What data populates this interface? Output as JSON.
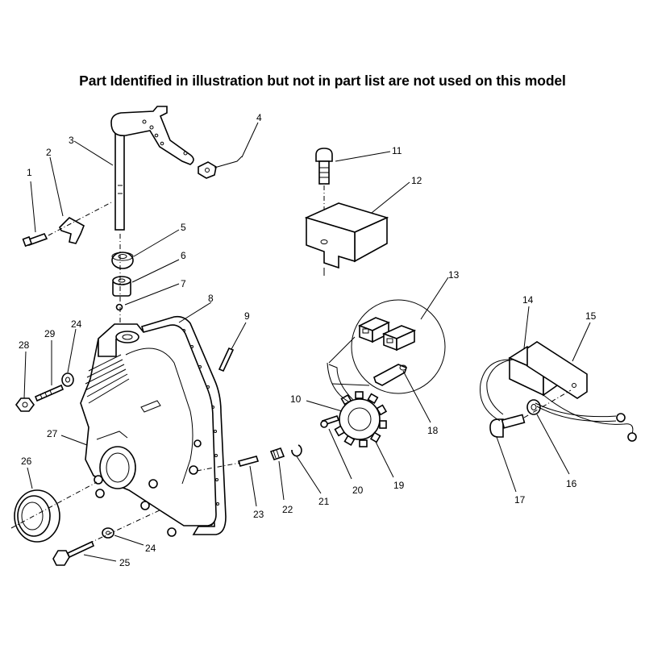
{
  "header": {
    "title": "Part Identified in illustration but not in part list are not used on this model"
  },
  "callouts": [
    "1",
    "2",
    "3",
    "4",
    "5",
    "6",
    "7",
    "8",
    "9",
    "10",
    "11",
    "12",
    "13",
    "14",
    "15",
    "16",
    "17",
    "18",
    "19",
    "20",
    "21",
    "22",
    "23",
    "24",
    "24",
    "25",
    "26",
    "27",
    "28",
    "29"
  ]
}
